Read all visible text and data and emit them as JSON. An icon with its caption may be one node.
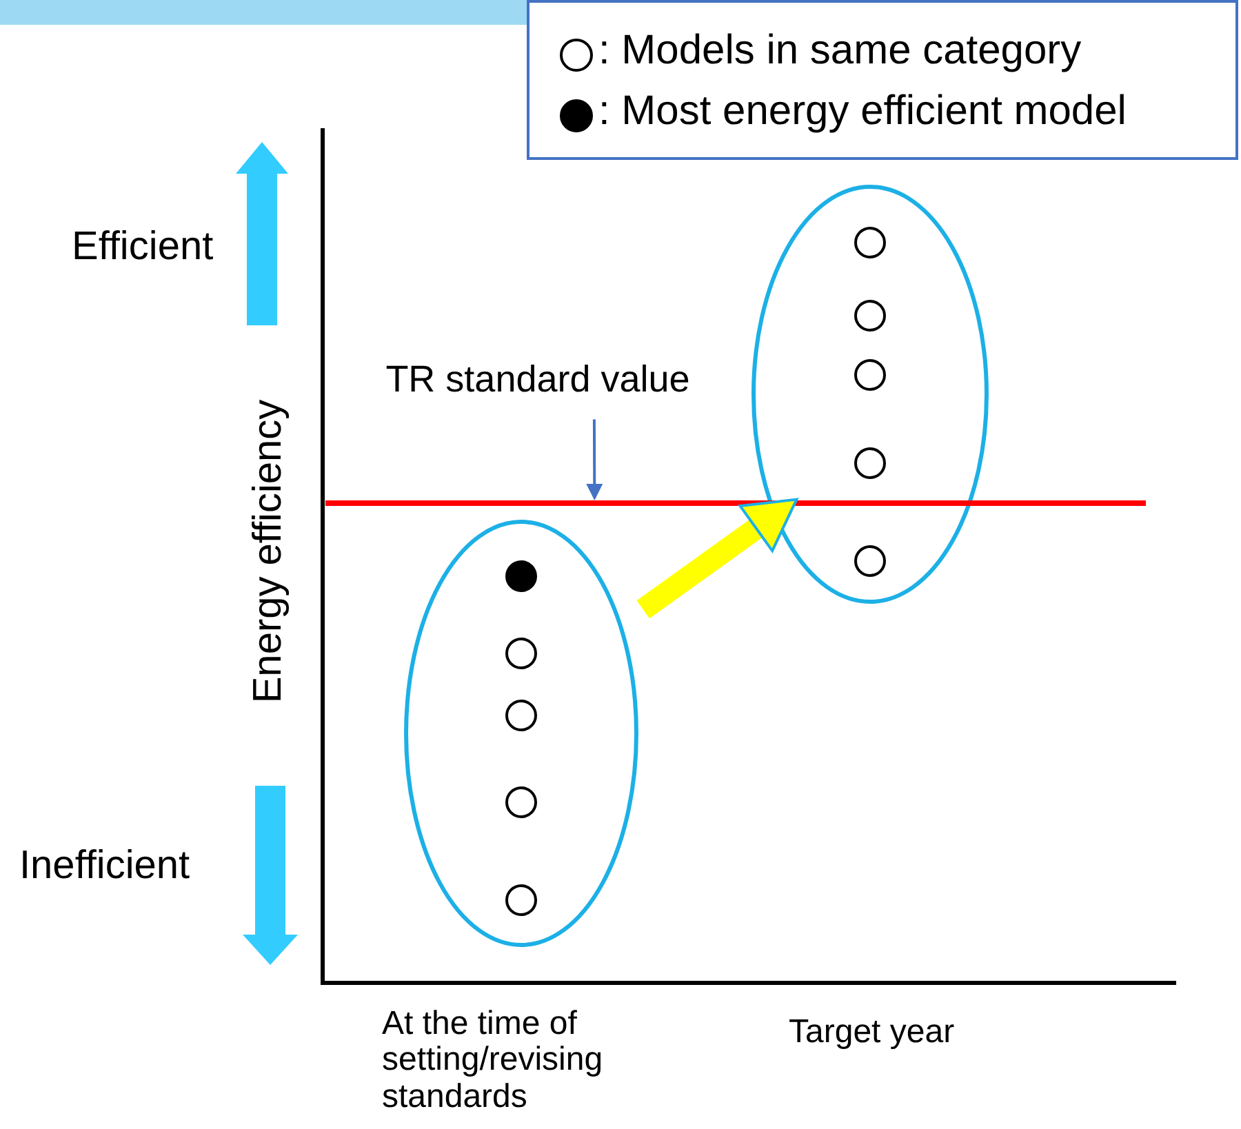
{
  "diagram": {
    "nodes": [
      {
        "text": [],
        "shape": "ellipse"
      },
      {
        "text": [],
        "shape": "dot",
        "in": 0
      },
      {
        "text": [],
        "shape": "circle",
        "in": 0
      },
      {
        "text": [],
        "shape": "circle",
        "in": 0
      },
      {
        "text": [],
        "shape": "circle",
        "in": 0
      },
      {
        "text": [],
        "shape": "circle",
        "in": 0
      },
      {
        "text": [],
        "shape": "ellipse"
      },
      {
        "text": [],
        "shape": "circle",
        "in": 6
      },
      {
        "text": [],
        "shape": "circle",
        "in": 6
      },
      {
        "text": [],
        "shape": "circle",
        "in": 6
      },
      {
        "text": [],
        "shape": "circle",
        "in": 6
      },
      {
        "text": [],
        "shape": "circle",
        "in": 6
      },
      {
        "text": [
          "TR standard value"
        ]
      },
      {
        "text": [],
        "shape": "line"
      }
    ],
    "edges": [
      {
        "from": 0,
        "to": 6,
        "arrow": "to",
        "style": "thick",
        "color": "#ffff00"
      },
      {
        "from": 12,
        "to": 13,
        "arrow": "to",
        "color": "#4472c4"
      }
    ],
    "labels": [
      "Efficient",
      "Energy efficiency",
      "Inefficient",
      "At the time of setting/revising standards",
      "Target year"
    ],
    "legend": [
      {
        "text": ": Models in same category"
      },
      {
        "text": ": Most energy efficient model"
      }
    ]
  }
}
